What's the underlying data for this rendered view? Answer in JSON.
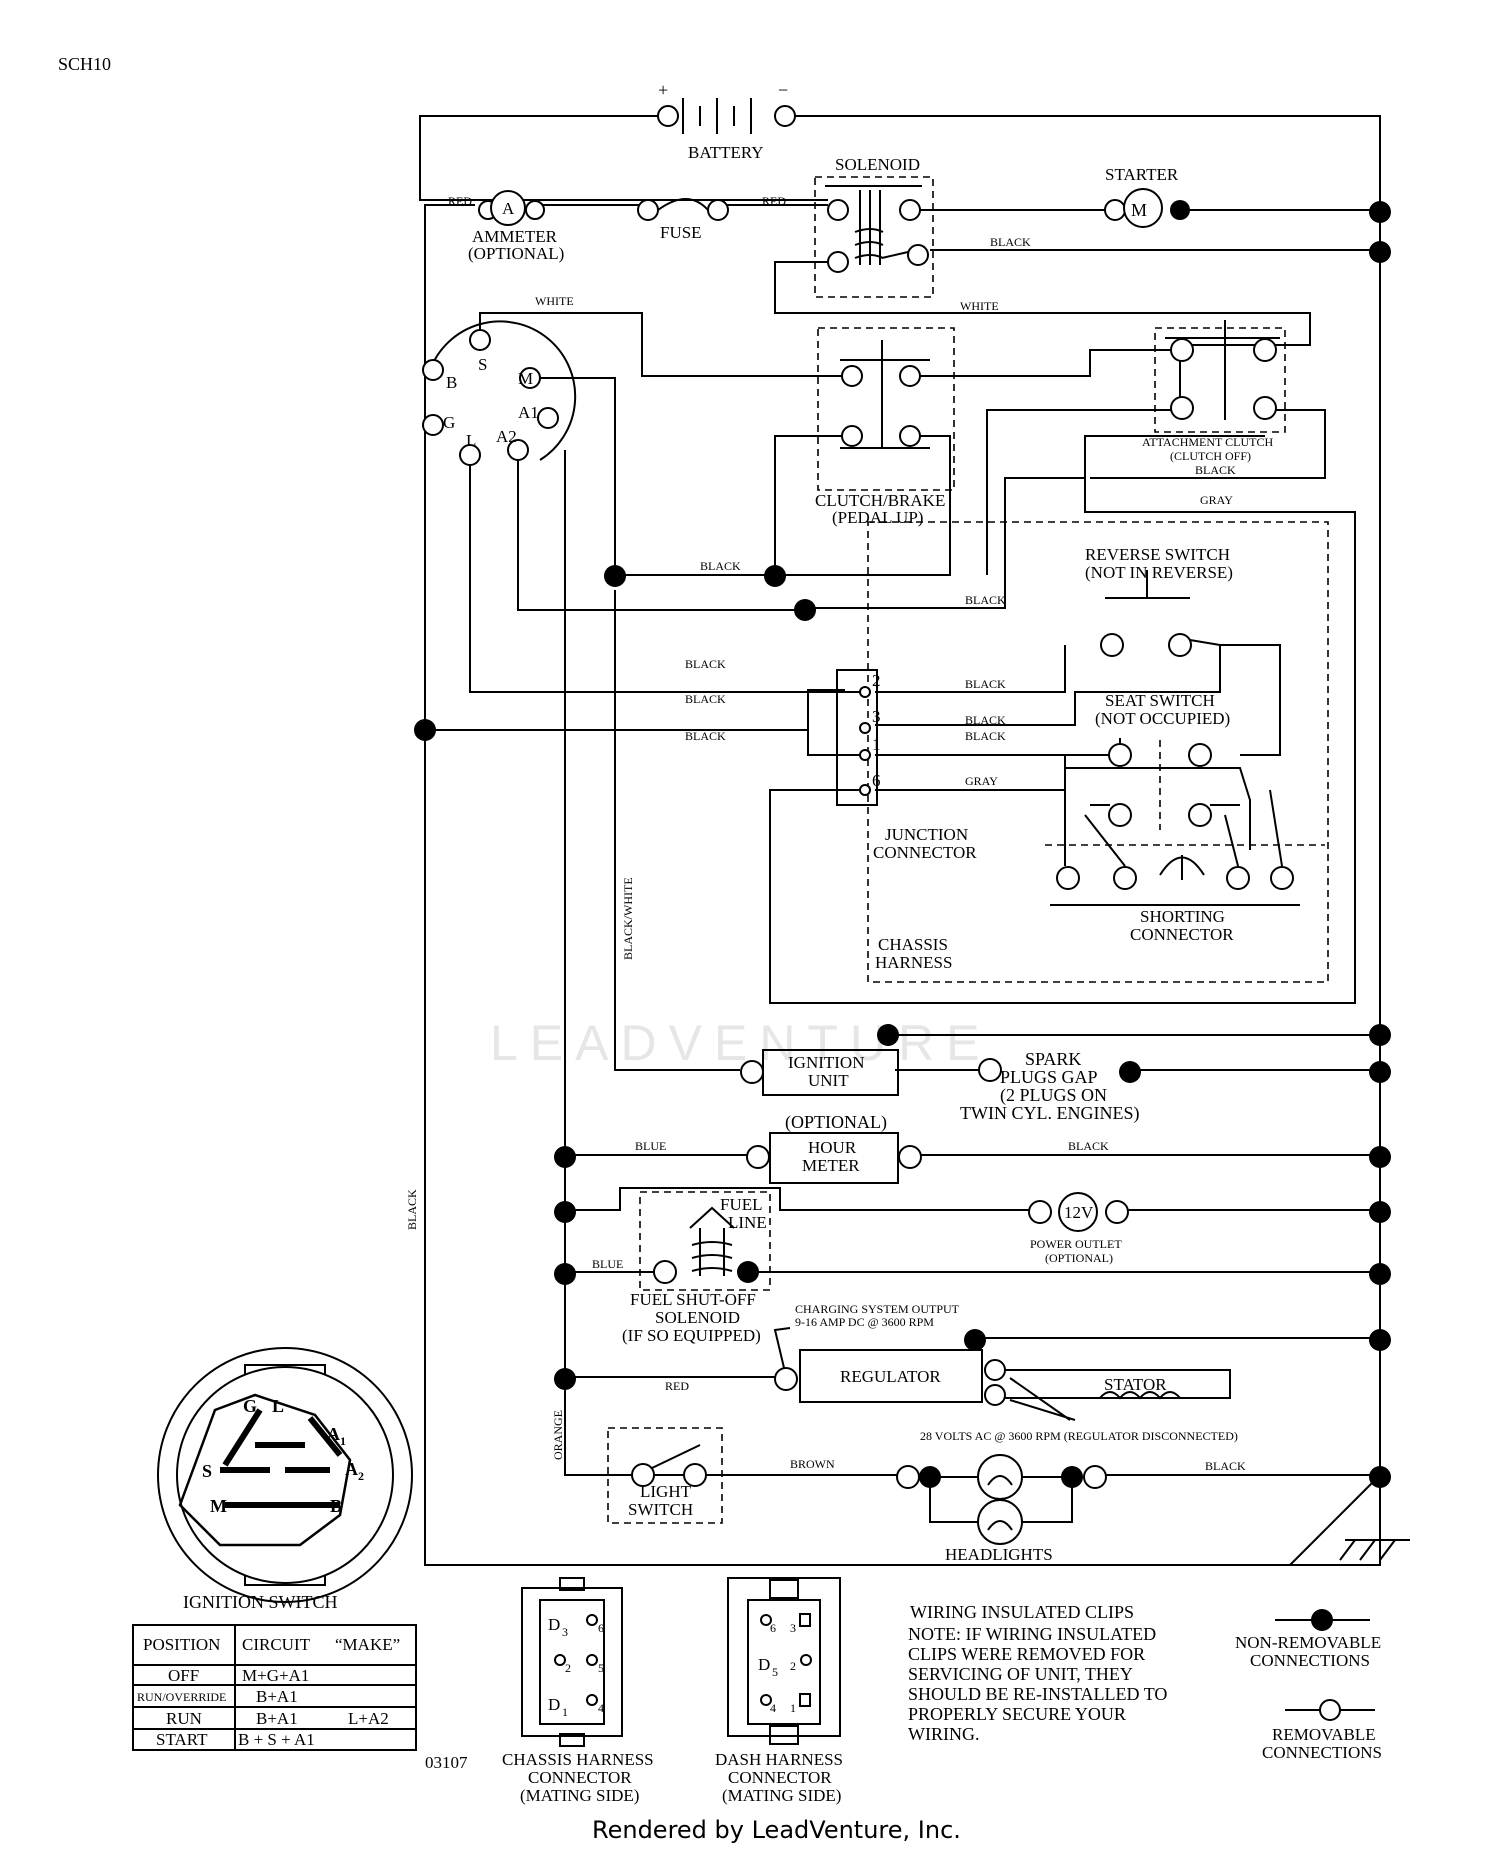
{
  "doc_id": "SCH10",
  "part_no": "03107",
  "watermark": "LEADVENTURE",
  "footer": "Rendered by LeadVenture, Inc.",
  "labels": {
    "battery": "BATTERY",
    "plus": "+",
    "minus": "−",
    "solenoid": "SOLENOID",
    "starter": "STARTER",
    "starter_m": "M",
    "ammeter_a": "A",
    "ammeter_1": "AMMETER",
    "ammeter_2": "(OPTIONAL)",
    "fuse": "FUSE",
    "clutch_1": "CLUTCH/BRAKE",
    "clutch_2": "(PEDAL UP)",
    "attach_1": "ATTACHMENT CLUTCH",
    "attach_2": "(CLUTCH OFF)",
    "reverse_1": "REVERSE SWITCH",
    "reverse_2": "(NOT IN REVERSE)",
    "seat_1": "SEAT SWITCH",
    "seat_2": "(NOT OCCUPIED)",
    "junction_1": "JUNCTION",
    "junction_2": "CONNECTOR",
    "shorting_1": "SHORTING",
    "shorting_2": "CONNECTOR",
    "harness_1": "CHASSIS",
    "harness_2": "HARNESS",
    "ignition_1": "IGNITION",
    "ignition_2": "UNIT",
    "spark_1": "SPARK",
    "spark_2": "PLUGS GAP",
    "spark_3": "(2 PLUGS ON",
    "spark_4": "TWIN CYL. ENGINES)",
    "hour_opt": "(OPTIONAL)",
    "hour_1": "HOUR",
    "hour_2": "METER",
    "fuel_1": "FUEL",
    "fuel_2": "LINE",
    "outlet_v": "12V",
    "outlet_1": "POWER OUTLET",
    "outlet_2": "(OPTIONAL)",
    "fso_1": "FUEL SHUT-OFF",
    "fso_2": "SOLENOID",
    "fso_3": "(IF SO EQUIPPED)",
    "charge_1": "CHARGING SYSTEM OUTPUT",
    "charge_2": "9-16 AMP DC @ 3600 RPM",
    "regulator": "REGULATOR",
    "stator": "STATOR",
    "volts": "28 VOLTS AC @ 3600 RPM (REGULATOR DISCONNECTED)",
    "light_1": "LIGHT",
    "light_2": "SWITCH",
    "headlights": "HEADLIGHTS",
    "ign_switch": "IGNITION SWITCH",
    "chassis_conn_1": "CHASSIS HARNESS",
    "chassis_conn_2": "CONNECTOR",
    "chassis_conn_3": "(MATING SIDE)",
    "dash_conn_1": "DASH HARNESS",
    "dash_conn_2": "CONNECTOR",
    "dash_conn_3": "(MATING SIDE)",
    "clips_title": "WIRING INSULATED CLIPS",
    "note_1": "NOTE:  IF WIRING INSULATED",
    "note_2": "CLIPS WERE REMOVED FOR",
    "note_3": "SERVICING OF UNIT, THEY",
    "note_4": "SHOULD BE RE-INSTALLED TO",
    "note_5": "PROPERLY SECURE YOUR",
    "note_6": " WIRING.",
    "nonrem_1": "NON-REMOVABLE",
    "nonrem_2": "CONNECTIONS",
    "rem_1": "REMOVABLE",
    "rem_2": "CONNECTIONS"
  },
  "wire_colors": {
    "red1": "RED",
    "red2": "RED",
    "red3": "RED",
    "black_sol": "BLACK",
    "white1": "WHITE",
    "white2": "WHITE",
    "black_att": "BLACK",
    "gray1": "GRAY",
    "black_cl": "BLACK",
    "black_rev": "BLACK",
    "black_j1": "BLACK",
    "black_j2": "BLACK",
    "black_j3": "BLACK",
    "black_j4": "BLACK",
    "black_j5": "BLACK",
    "black_j6": "BLACK",
    "gray2": "GRAY",
    "black_white": "BLACK/WHITE",
    "black_left": "BLACK",
    "blue1": "BLUE",
    "black_hour": "BLACK",
    "blue2": "BLUE",
    "orange": "ORANGE",
    "brown": "BROWN",
    "black_head": "BLACK"
  },
  "ign_pins": {
    "G": "G",
    "L": "L",
    "A1": "A",
    "A1_sub": "1",
    "S": "S",
    "A2": "A",
    "A2_sub": "2",
    "M": "M",
    "B": "B"
  },
  "pins": {
    "S": "S",
    "M": "M",
    "B": "B",
    "G": "G",
    "L": "L",
    "A1": "A1",
    "A2": "A2"
  },
  "junction_pins": {
    "p2": "2",
    "p3": "3",
    "p1": "1",
    "p6": "6"
  },
  "chassis_pins": {
    "d3": "D",
    "d3s": "3",
    "d6": "6",
    "d2": "2",
    "d5": "5",
    "d1": "D",
    "d1s": "1",
    "d4": "4"
  },
  "dash_pins": {
    "d6": "6",
    "d3": "3",
    "d5": "D",
    "d5s": "5",
    "d2": "2",
    "d4": "4",
    "d1": "1"
  },
  "table": {
    "headers": [
      "POSITION",
      "CIRCUIT",
      "“MAKE”"
    ],
    "rows": [
      {
        "position": "OFF",
        "circuit": "M+G+A1",
        "extra": ""
      },
      {
        "position": "RUN/OVERRIDE",
        "circuit": "B+A1",
        "extra": ""
      },
      {
        "position": "RUN",
        "circuit": "B+A1",
        "extra": "L+A2"
      },
      {
        "position": "START",
        "circuit": "B + S + A1",
        "extra": ""
      }
    ]
  }
}
